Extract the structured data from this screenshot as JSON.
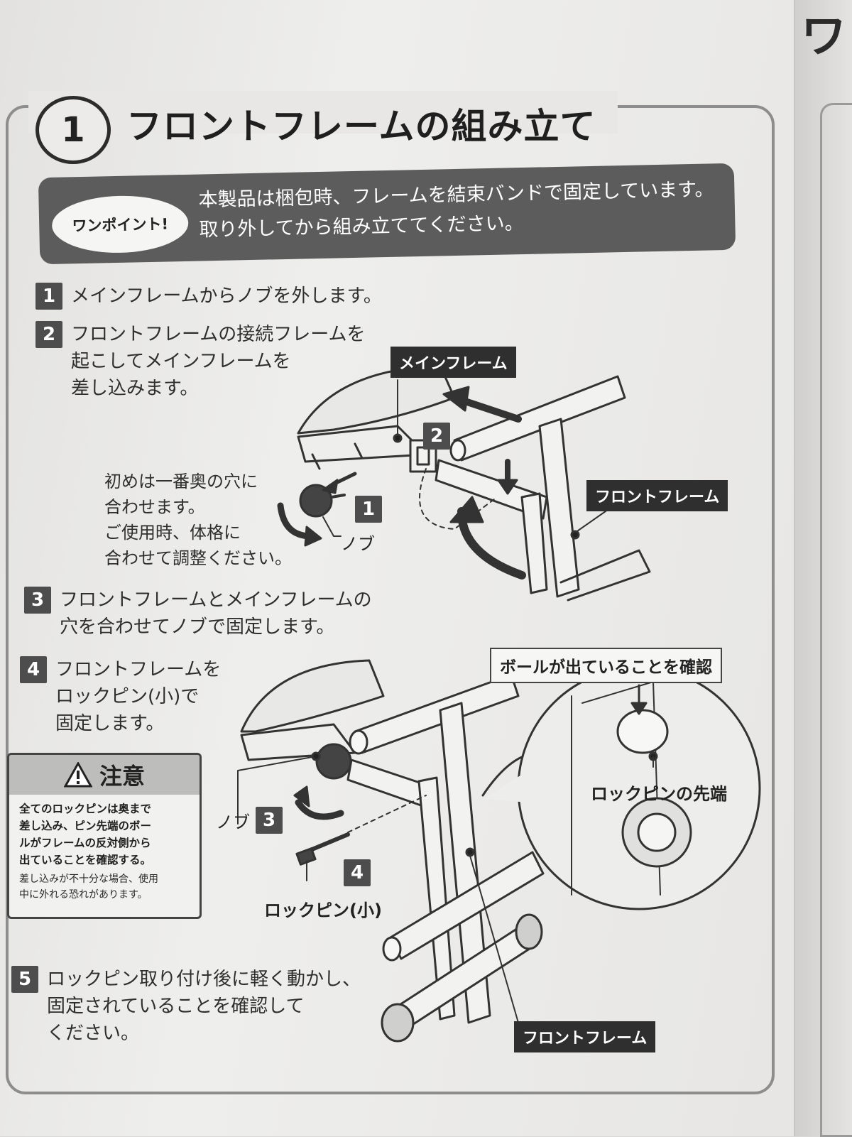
{
  "page": {
    "section_number": "1",
    "title": "フロントフレームの組み立て",
    "right_page_glyph": "ワ"
  },
  "one_point": {
    "label": "ワンポイント!",
    "text_line1": "本製品は梱包時、フレームを結束バンドで固定しています。",
    "text_line2": "取り外してから組み立ててください。"
  },
  "steps": [
    {
      "num": "1",
      "lines": [
        "メインフレームからノブを外します。"
      ]
    },
    {
      "num": "2",
      "lines": [
        "フロントフレームの接続フレームを",
        "起こしてメインフレームを",
        "差し込みます。"
      ]
    },
    {
      "num": "3",
      "lines": [
        "フロントフレームとメインフレームの",
        "穴を合わせてノブで固定します。"
      ]
    },
    {
      "num": "4",
      "lines": [
        "フロントフレームを",
        "ロックピン(小)で",
        "固定します。"
      ]
    },
    {
      "num": "5",
      "lines": [
        "ロックピン取り付け後に軽く動かし、",
        "固定されていることを確認して",
        "ください。"
      ]
    }
  ],
  "note_first_hole": [
    "初めは一番奥の穴に",
    "合わせます。",
    "ご使用時、体格に",
    "合わせて調整ください。"
  ],
  "diagram1": {
    "main_frame_label": "メインフレーム",
    "front_frame_label": "フロントフレーム",
    "knob_label": "ノブ",
    "callout_2": "2",
    "callout_1": "1"
  },
  "diagram2": {
    "ball_check_label": "ボールが出ていることを確認",
    "pin_tip_label": "ロックピンの先端",
    "knob_label": "ノブ",
    "callout_3": "3",
    "callout_4": "4",
    "lock_pin_label": "ロックピン(小)",
    "front_frame_label": "フロントフレーム"
  },
  "caution": {
    "icon": "warning-triangle-icon",
    "title": "注意",
    "bold_lines": [
      "全てのロックピンは奥まで",
      "差し込み、ピン先端のボー",
      "ルがフレームの反対側から",
      "出ていることを確認する。"
    ],
    "small_lines": [
      "差し込みが不十分な場合、使用",
      "中に外れる恐れがあります。"
    ]
  }
}
